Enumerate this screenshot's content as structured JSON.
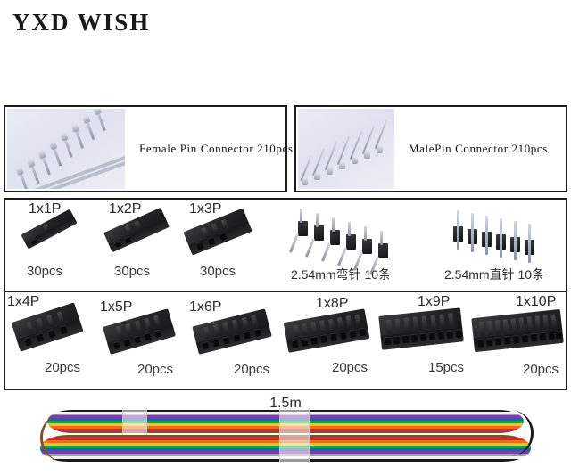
{
  "brand": "YXD WISH",
  "top_panels": [
    {
      "label": "Female Pin Connector 210pcs",
      "photo_icon": "female-crimp-terminals-photo"
    },
    {
      "label": "MalePin Connector 210pcs",
      "photo_icon": "male-crimp-terminals-photo"
    }
  ],
  "housings_row1": [
    {
      "title": "1x1P",
      "qty": "30pcs",
      "pins": 1
    },
    {
      "title": "1x2P",
      "qty": "30pcs",
      "pins": 2
    },
    {
      "title": "1x3P",
      "qty": "30pcs",
      "pins": 3
    }
  ],
  "headers_row1": [
    {
      "label": "2.54mm弯针 10条",
      "icon": "right-angle-pin-header-photo"
    },
    {
      "label": "2.54mm直针 10条",
      "icon": "straight-pin-header-photo"
    }
  ],
  "housings_row2": [
    {
      "title": "1x4P",
      "qty": "20pcs",
      "pins": 4
    },
    {
      "title": "1x5P",
      "qty": "20pcs",
      "pins": 5
    },
    {
      "title": "1x6P",
      "qty": "20pcs",
      "pins": 6
    },
    {
      "title": "1x8P",
      "qty": "20pcs",
      "pins": 8
    },
    {
      "title": "1x9P",
      "qty": "15pcs",
      "pins": 9
    },
    {
      "title": "1x10P",
      "qty": "20pcs",
      "pins": 10
    }
  ],
  "cable": {
    "length_label": "1.5m",
    "icon": "rainbow-ribbon-cable-photo",
    "colors": [
      "#8a4b2a",
      "#d8262a",
      "#ef6b1f",
      "#f2c517",
      "#1f9c42",
      "#1b5fc1",
      "#7a3fa8",
      "#9aa0a8",
      "#f2f2f2",
      "#1a1a1a"
    ]
  },
  "colors": {
    "border": "#1d1d20",
    "text": "#2b2b2b",
    "photo_bg": "#e6e9f2"
  }
}
